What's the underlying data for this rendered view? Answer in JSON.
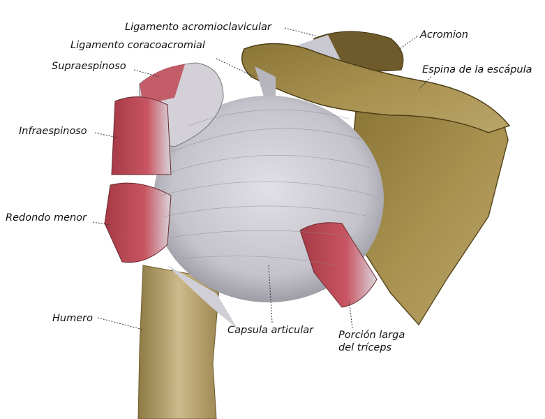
{
  "labels": {
    "acromioclavicular": "Ligamento acromioclavicular",
    "acromion": "Acromion",
    "coracoacromial": "Ligamento coracoacromial",
    "supraespinoso": "Supraespinoso",
    "espina": "Espina de la escápula",
    "infraespinoso": "Infraespinoso",
    "redondo": "Redondo menor",
    "humero": "Humero",
    "capsula": "Capsula articular",
    "triceps_1": "Porción larga",
    "triceps_2": "del tríceps"
  },
  "colors": {
    "bone": "#a8914f",
    "bone_dark": "#6e5a2a",
    "ligament": "#c9c7cf",
    "muscle": "#b8454f"
  }
}
